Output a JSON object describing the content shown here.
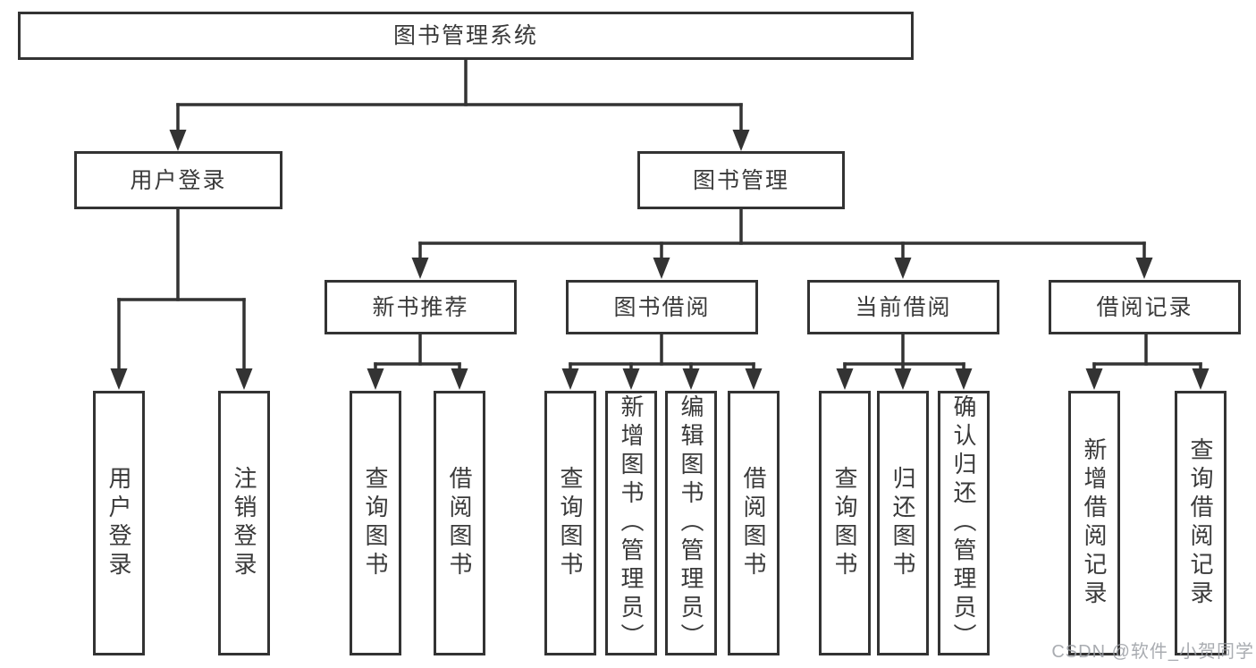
{
  "watermark": "CSDN @软件_小贺同学",
  "colors": {
    "line": "#333333",
    "text": "#3a3a3a",
    "box_background": "#ffffff",
    "watermark": "#9b9ea4"
  },
  "tree": {
    "label": "图书管理系统",
    "children": [
      {
        "label": "用户登录",
        "children": [
          {
            "label": "用户登录"
          },
          {
            "label": "注销登录"
          }
        ]
      },
      {
        "label": "图书管理",
        "children": [
          {
            "label": "新书推荐",
            "children": [
              {
                "label": "查询图书"
              },
              {
                "label": "借阅图书"
              }
            ]
          },
          {
            "label": "图书借阅",
            "children": [
              {
                "label": "查询图书"
              },
              {
                "label": "新增图书（管理员）"
              },
              {
                "label": "编辑图书（管理员）"
              },
              {
                "label": "借阅图书"
              }
            ]
          },
          {
            "label": "当前借阅",
            "children": [
              {
                "label": "查询图书"
              },
              {
                "label": "归还图书"
              },
              {
                "label": "确认归还（管理员）"
              }
            ]
          },
          {
            "label": "借阅记录",
            "children": [
              {
                "label": "新增借阅记录"
              },
              {
                "label": "查询借阅记录"
              }
            ]
          }
        ]
      }
    ]
  }
}
